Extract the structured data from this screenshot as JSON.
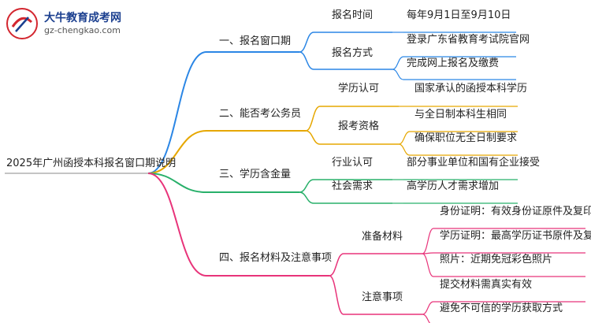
{
  "logo": {
    "title": "大牛教育成考网",
    "url": "gz-chengkao.com"
  },
  "root": "2025年广州函授本科报名窗口期说明",
  "colors": {
    "branch1": "#2b86e5",
    "branch2": "#e6a700",
    "branch3": "#28b06a",
    "branch4": "#e8347a",
    "logo_red": "#d3262f",
    "logo_blue": "#1b3f8f"
  },
  "branches": [
    {
      "label": "一、报名窗口期",
      "children": [
        {
          "label": "报名时间",
          "leaves": [
            "每年9月1日至9月10日"
          ]
        },
        {
          "label": "报名方式",
          "leaves": [
            "登录广东省教育考试院官网",
            "完成网上报名及缴费"
          ]
        }
      ]
    },
    {
      "label": "二、能否考公务员",
      "children": [
        {
          "label": "学历认可",
          "leaves": [
            "国家承认的函授本科学历"
          ]
        },
        {
          "label": "报考资格",
          "leaves": [
            "与全日制本科生相同",
            "确保职位无全日制要求"
          ]
        }
      ]
    },
    {
      "label": "三、学历含金量",
      "children": [
        {
          "label": "行业认可",
          "leaves": [
            "部分事业单位和国有企业接受"
          ]
        },
        {
          "label": "社会需求",
          "leaves": [
            "高学历人才需求增加"
          ]
        }
      ]
    },
    {
      "label": "四、报名材料及注意事项",
      "children": [
        {
          "label": "准备材料",
          "leaves": [
            "身份证明：有效身份证原件及复印件",
            "学历证明：最高学历证书原件及复印件",
            "照片：近期免冠彩色照片"
          ]
        },
        {
          "label": "注意事项",
          "leaves": [
            "提交材料需真实有效",
            "避免不可信的学历获取方式"
          ]
        }
      ]
    }
  ]
}
